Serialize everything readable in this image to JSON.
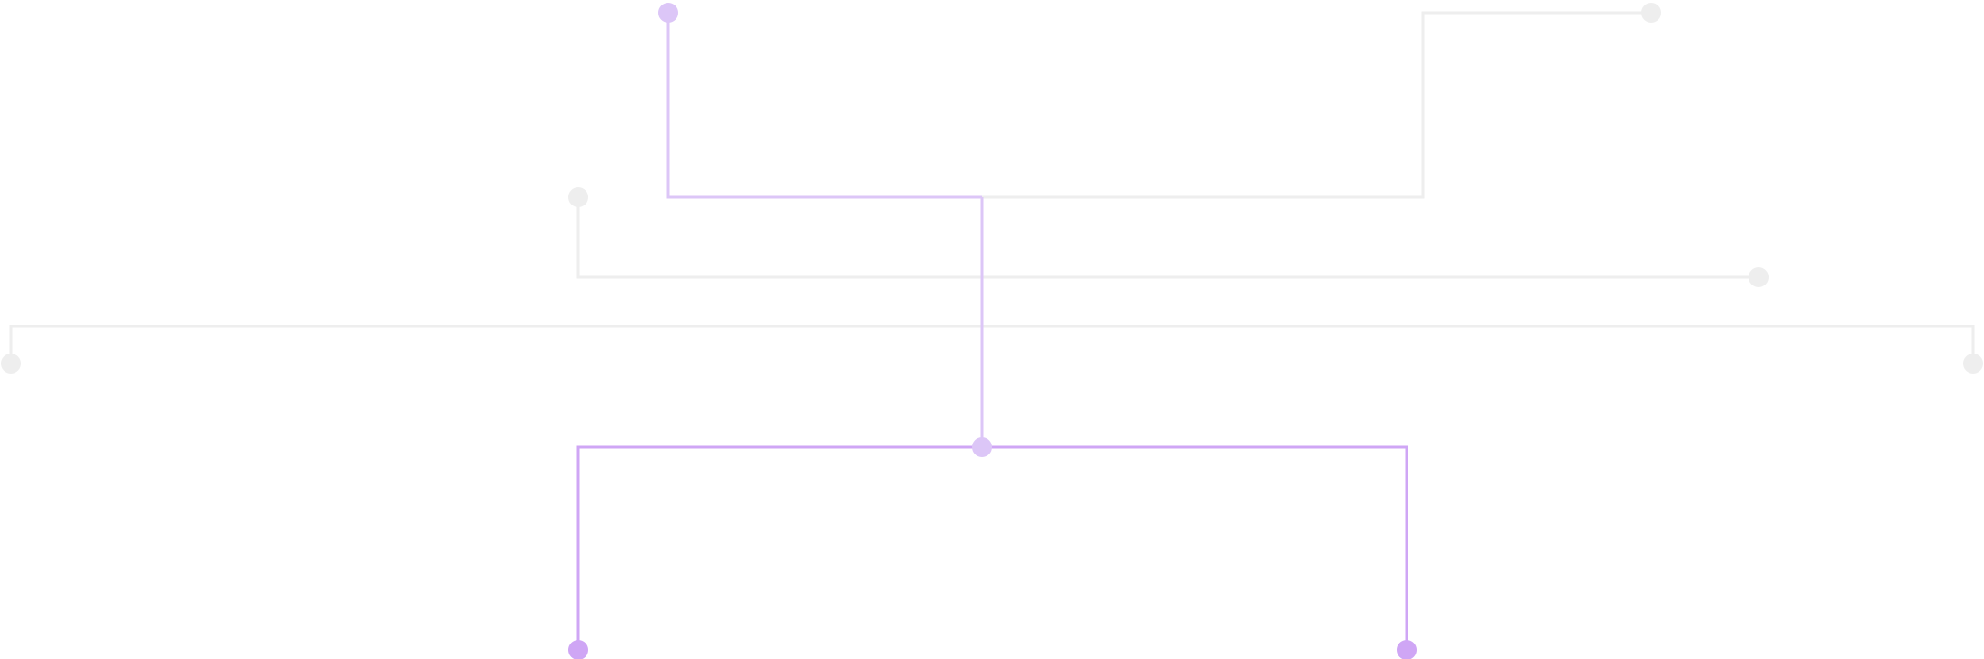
{
  "colors": {
    "background": "#ffffff",
    "inactive": "#eeeeee",
    "accent_light": "#dcc6f7",
    "accent": "#cfa6f5"
  },
  "diagram": {
    "type": "connector-lines",
    "labels": [],
    "lines": [
      {
        "id": "top-left-branch",
        "state": "accent-light"
      },
      {
        "id": "top-right-branch",
        "state": "inactive"
      },
      {
        "id": "middle-branch",
        "state": "inactive"
      },
      {
        "id": "wide-branch",
        "state": "inactive"
      },
      {
        "id": "center-trunk",
        "state": "accent-light"
      },
      {
        "id": "bottom-split",
        "state": "accent"
      }
    ],
    "nodes": [
      {
        "id": "top-left-node",
        "state": "accent-light"
      },
      {
        "id": "top-right-node",
        "state": "inactive"
      },
      {
        "id": "middle-left-node",
        "state": "inactive"
      },
      {
        "id": "middle-right-node",
        "state": "inactive"
      },
      {
        "id": "far-left-node",
        "state": "inactive"
      },
      {
        "id": "far-right-node",
        "state": "inactive"
      },
      {
        "id": "center-node",
        "state": "accent-light"
      },
      {
        "id": "bottom-left-node",
        "state": "accent"
      },
      {
        "id": "bottom-right-node",
        "state": "accent"
      }
    ]
  }
}
